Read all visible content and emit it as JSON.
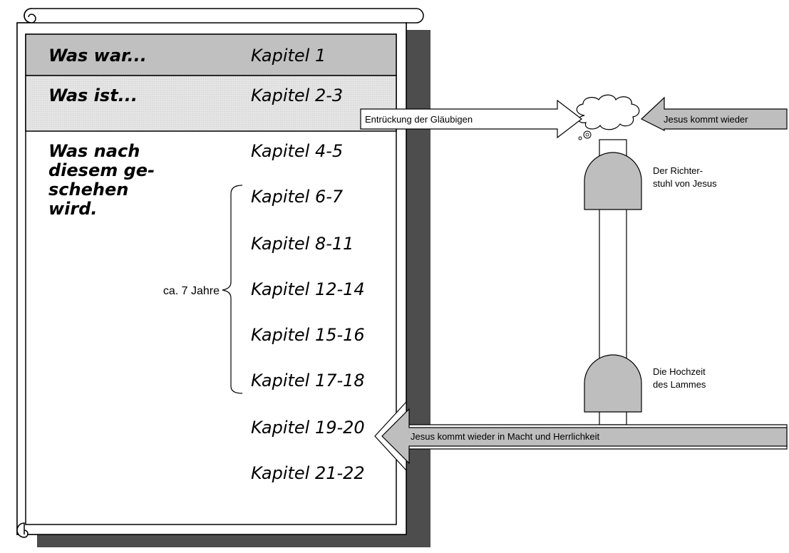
{
  "scroll": {
    "sections": [
      {
        "heading": "Was war...",
        "chapter": "Kapitel 1"
      },
      {
        "heading": "Was ist...",
        "chapter": "Kapitel 2-3"
      },
      {
        "heading_lines": [
          "Was nach",
          "diesem ge-",
          "schehen",
          "wird."
        ],
        "chapter": "Kapitel 4-5"
      }
    ],
    "chapters": [
      "Kapitel 6-7",
      "Kapitel 8-11",
      "Kapitel 12-14",
      "Kapitel 15-16",
      "Kapitel 17-18",
      "Kapitel 19-20",
      "Kapitel 21-22"
    ],
    "bracket_label": "ca. 7 Jahre"
  },
  "timeline": {
    "rapture_arrow": "Entrückung der Gläubigen",
    "return_arrow_top": "Jesus kommt wieder",
    "judgment_seat": [
      "Der Richter-",
      "stuhl von Jesus"
    ],
    "wedding": [
      "Die Hochzeit",
      "des Lammes"
    ],
    "return_arrow_bottom": "Jesus kommt wieder in Macht und Herrlichkeit"
  },
  "colors": {
    "row1_fill": "#c0c0c0",
    "row2_fill": "#e2e2e2",
    "shape_fill": "#bebebe",
    "shadow": "#4d4d4d"
  }
}
